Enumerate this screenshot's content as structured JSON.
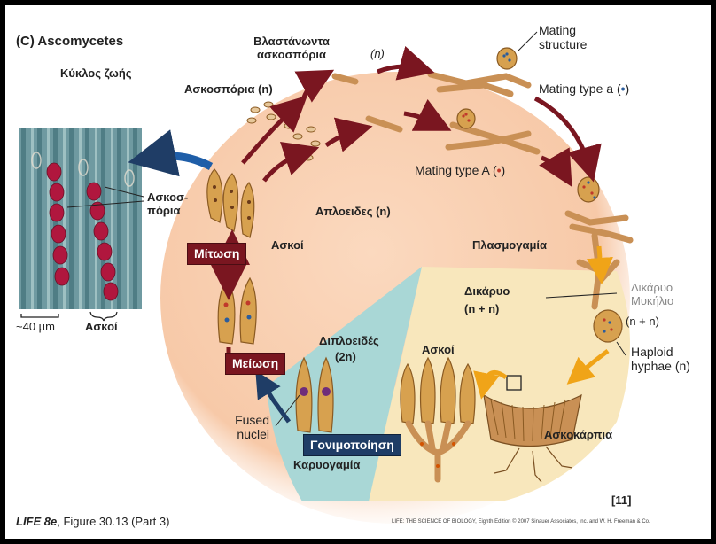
{
  "panel_title": "(C) Ascomycetes",
  "life_cycle": "Κύκλος ζωής",
  "labels": {
    "germinating_spores": "Βλαστάνωντα ασκοσπόρια",
    "n_top": "(n)",
    "mating_structure": "Mating structure",
    "mating_type_a_small": "Mating type a (",
    "mating_type_a_small_close": ")",
    "mating_type_A_big": "Mating type A (",
    "mating_type_A_big_close": ")",
    "ascospores_n": "Ασκοσπόρια (n)",
    "haploid_n": "Απλοειδες (n)",
    "plasmogamy": "Πλασμογαμία",
    "dikaryon": "Δικάρυο",
    "dikaryon_nn": "(n + n)",
    "dikaryotic_mycelium": "Δικάρυο Μυκήλιο",
    "mycelium_nn": "(n + n)",
    "haploid_hyphae": "Haploid hyphae (n)",
    "diploid": "Διπλοειδές",
    "diploid_2n": "(2n)",
    "asci_left": "Ασκοί",
    "asci_center": "Ασκοί",
    "ascocarp": "Ασκοκάρπια",
    "karyogamy": "Καρυογαμία",
    "fused_nuclei": "Fused nuclei",
    "ascospores_photo": "Ασκοσ- πόρια",
    "scale": "~40 µm",
    "asci_photo": "Ασκοί",
    "ref_number": "[11]",
    "figure_caption_italic": "LIFE 8e",
    "figure_caption_rest": ", Figure 30.13 (Part 3)",
    "credit": "LIFE: THE SCIENCE OF BIOLOGY, Eighth Edition © 2007 Sinauer Associates, Inc. and W. H. Freeman & Co."
  },
  "boxes": {
    "mitosis": "Μίτωση",
    "meiosis": "Μείωση",
    "fertilization": "Γονιμοποίηση"
  },
  "colors": {
    "haploid_region": "#f7c9a8",
    "dikaryon_region": "#f8e7bc",
    "diploid_region": "#a9d7d6",
    "arrow_red": "#7a1620",
    "arrow_blue": "#1f3d66",
    "arrow_yellow": "#f0a418",
    "hyphae": "#c99055",
    "ascus": "#d7a14f",
    "photo_bg": "#6f9aa1",
    "photo_spore": "#b0173e"
  }
}
